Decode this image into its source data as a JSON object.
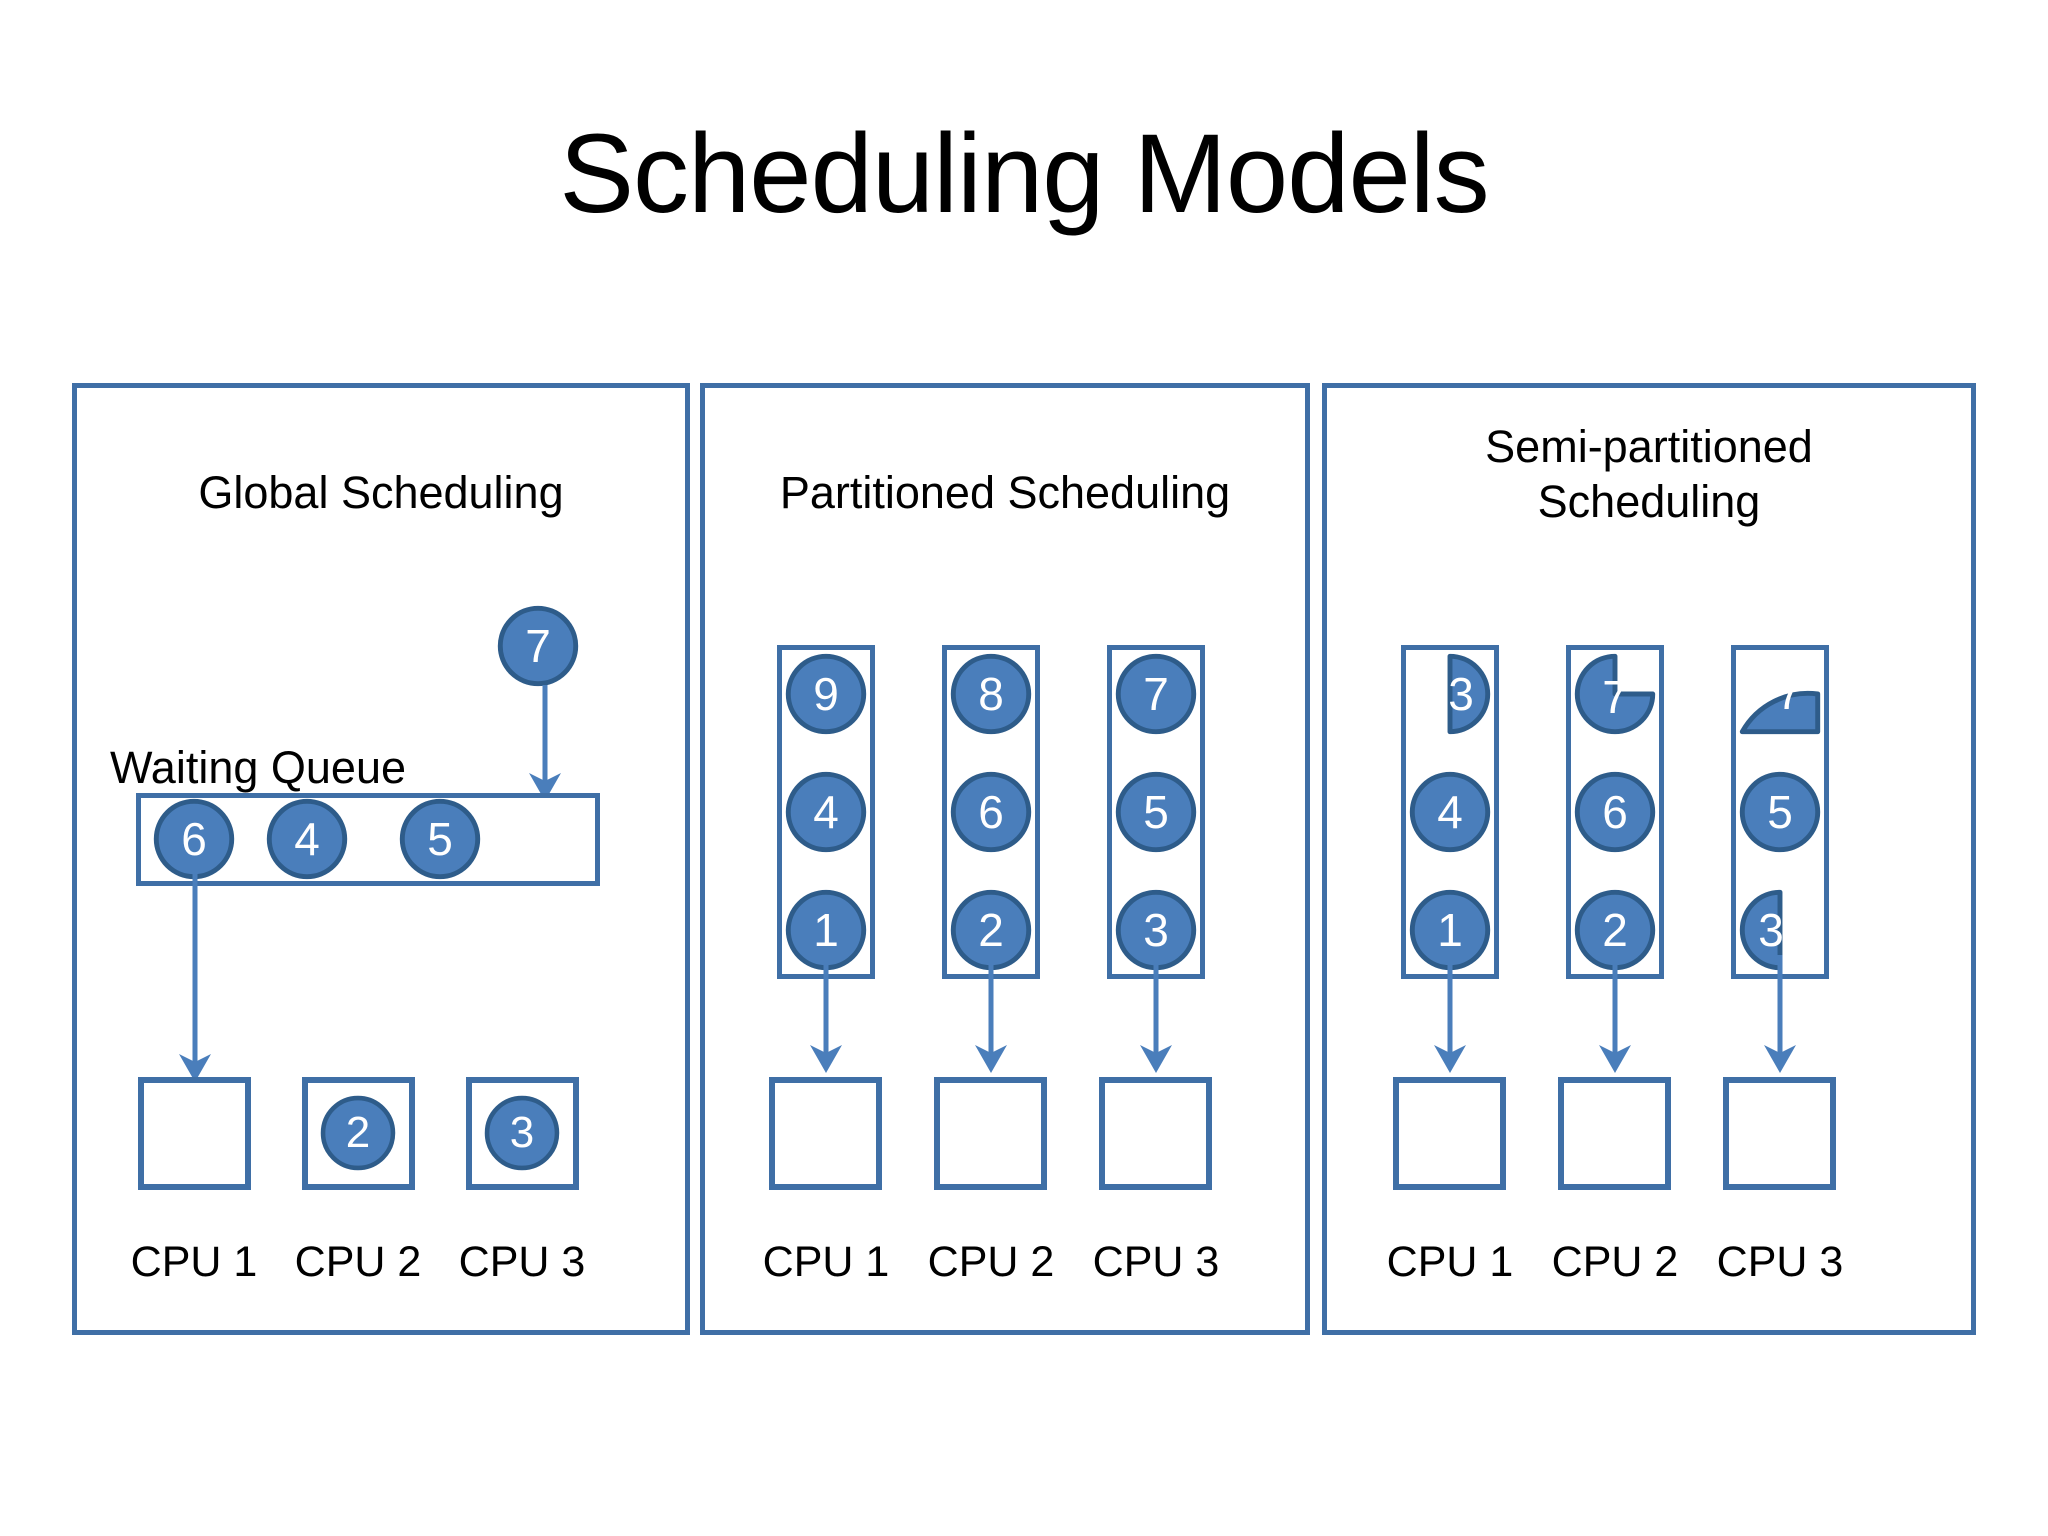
{
  "title": "Scheduling Models",
  "colors": {
    "token_fill": "#4a7ebb",
    "token_stroke": "#2e5c8a",
    "frame_stroke": "#3f6fa6",
    "arrow": "#4a7ebb",
    "text": "#000000",
    "background": "#ffffff"
  },
  "panels": [
    {
      "id": "global",
      "title": "Global Scheduling",
      "incoming_task": "7",
      "waiting_queue": {
        "label": "Waiting Queue",
        "tasks": [
          "6",
          "4",
          "5"
        ]
      },
      "cpus": [
        {
          "label": "CPU 1",
          "task": ""
        },
        {
          "label": "CPU 2",
          "task": "2"
        },
        {
          "label": "CPU 3",
          "task": "3"
        }
      ]
    },
    {
      "id": "partitioned",
      "title": "Partitioned Scheduling",
      "queues": [
        {
          "tasks": [
            {
              "id": "9",
              "shape": "circle"
            },
            {
              "id": "4",
              "shape": "circle"
            },
            {
              "id": "1",
              "shape": "circle"
            }
          ]
        },
        {
          "tasks": [
            {
              "id": "8",
              "shape": "circle"
            },
            {
              "id": "6",
              "shape": "circle"
            },
            {
              "id": "2",
              "shape": "circle"
            }
          ]
        },
        {
          "tasks": [
            {
              "id": "7",
              "shape": "circle"
            },
            {
              "id": "5",
              "shape": "circle"
            },
            {
              "id": "3",
              "shape": "circle"
            }
          ]
        }
      ],
      "cpus": [
        {
          "label": "CPU 1",
          "task": ""
        },
        {
          "label": "CPU 2",
          "task": ""
        },
        {
          "label": "CPU 3",
          "task": ""
        }
      ]
    },
    {
      "id": "semi",
      "title": "Semi-partitioned Scheduling",
      "title_line1": "Semi-partitioned",
      "title_line2": "Scheduling",
      "queues": [
        {
          "tasks": [
            {
              "id": "3",
              "shape": "half-right"
            },
            {
              "id": "4",
              "shape": "circle"
            },
            {
              "id": "1",
              "shape": "circle"
            }
          ]
        },
        {
          "tasks": [
            {
              "id": "7",
              "shape": "three-quarter"
            },
            {
              "id": "6",
              "shape": "circle"
            },
            {
              "id": "2",
              "shape": "circle"
            }
          ]
        },
        {
          "tasks": [
            {
              "id": "7",
              "shape": "quarter"
            },
            {
              "id": "5",
              "shape": "circle"
            },
            {
              "id": "3",
              "shape": "half-left"
            }
          ]
        }
      ],
      "cpus": [
        {
          "label": "CPU 1",
          "task": ""
        },
        {
          "label": "CPU 2",
          "task": ""
        },
        {
          "label": "CPU 3",
          "task": ""
        }
      ]
    }
  ]
}
